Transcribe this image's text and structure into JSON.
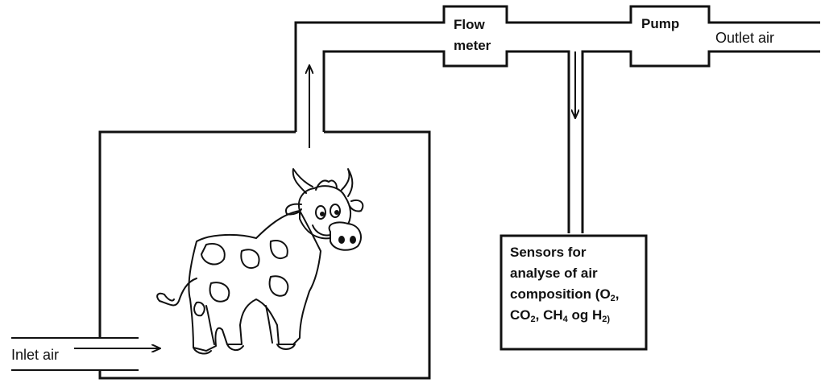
{
  "labels": {
    "flow_meter_line1": "Flow",
    "flow_meter_line2": "meter",
    "pump": "Pump",
    "outlet_air": "Outlet air",
    "inlet_air": "Inlet air",
    "sensors": {
      "line1": "Sensors for",
      "line2": "analyse of air",
      "line3_prefix": "composition (O",
      "o2_sub": "2",
      "line3_suffix": ",",
      "co_prefix": "CO",
      "co2_sub": "2",
      "ch_prefix": ", CH",
      "ch4_sub": "4",
      "og_h": " og H",
      "h2_sub": "2)"
    }
  },
  "icons": {
    "animal": "cow-illustration",
    "flow_up": "arrow-up-icon",
    "flow_down": "arrow-down-icon",
    "flow_right": "arrow-right-icon"
  },
  "colors": {
    "line": "#111111",
    "background": "#ffffff"
  }
}
